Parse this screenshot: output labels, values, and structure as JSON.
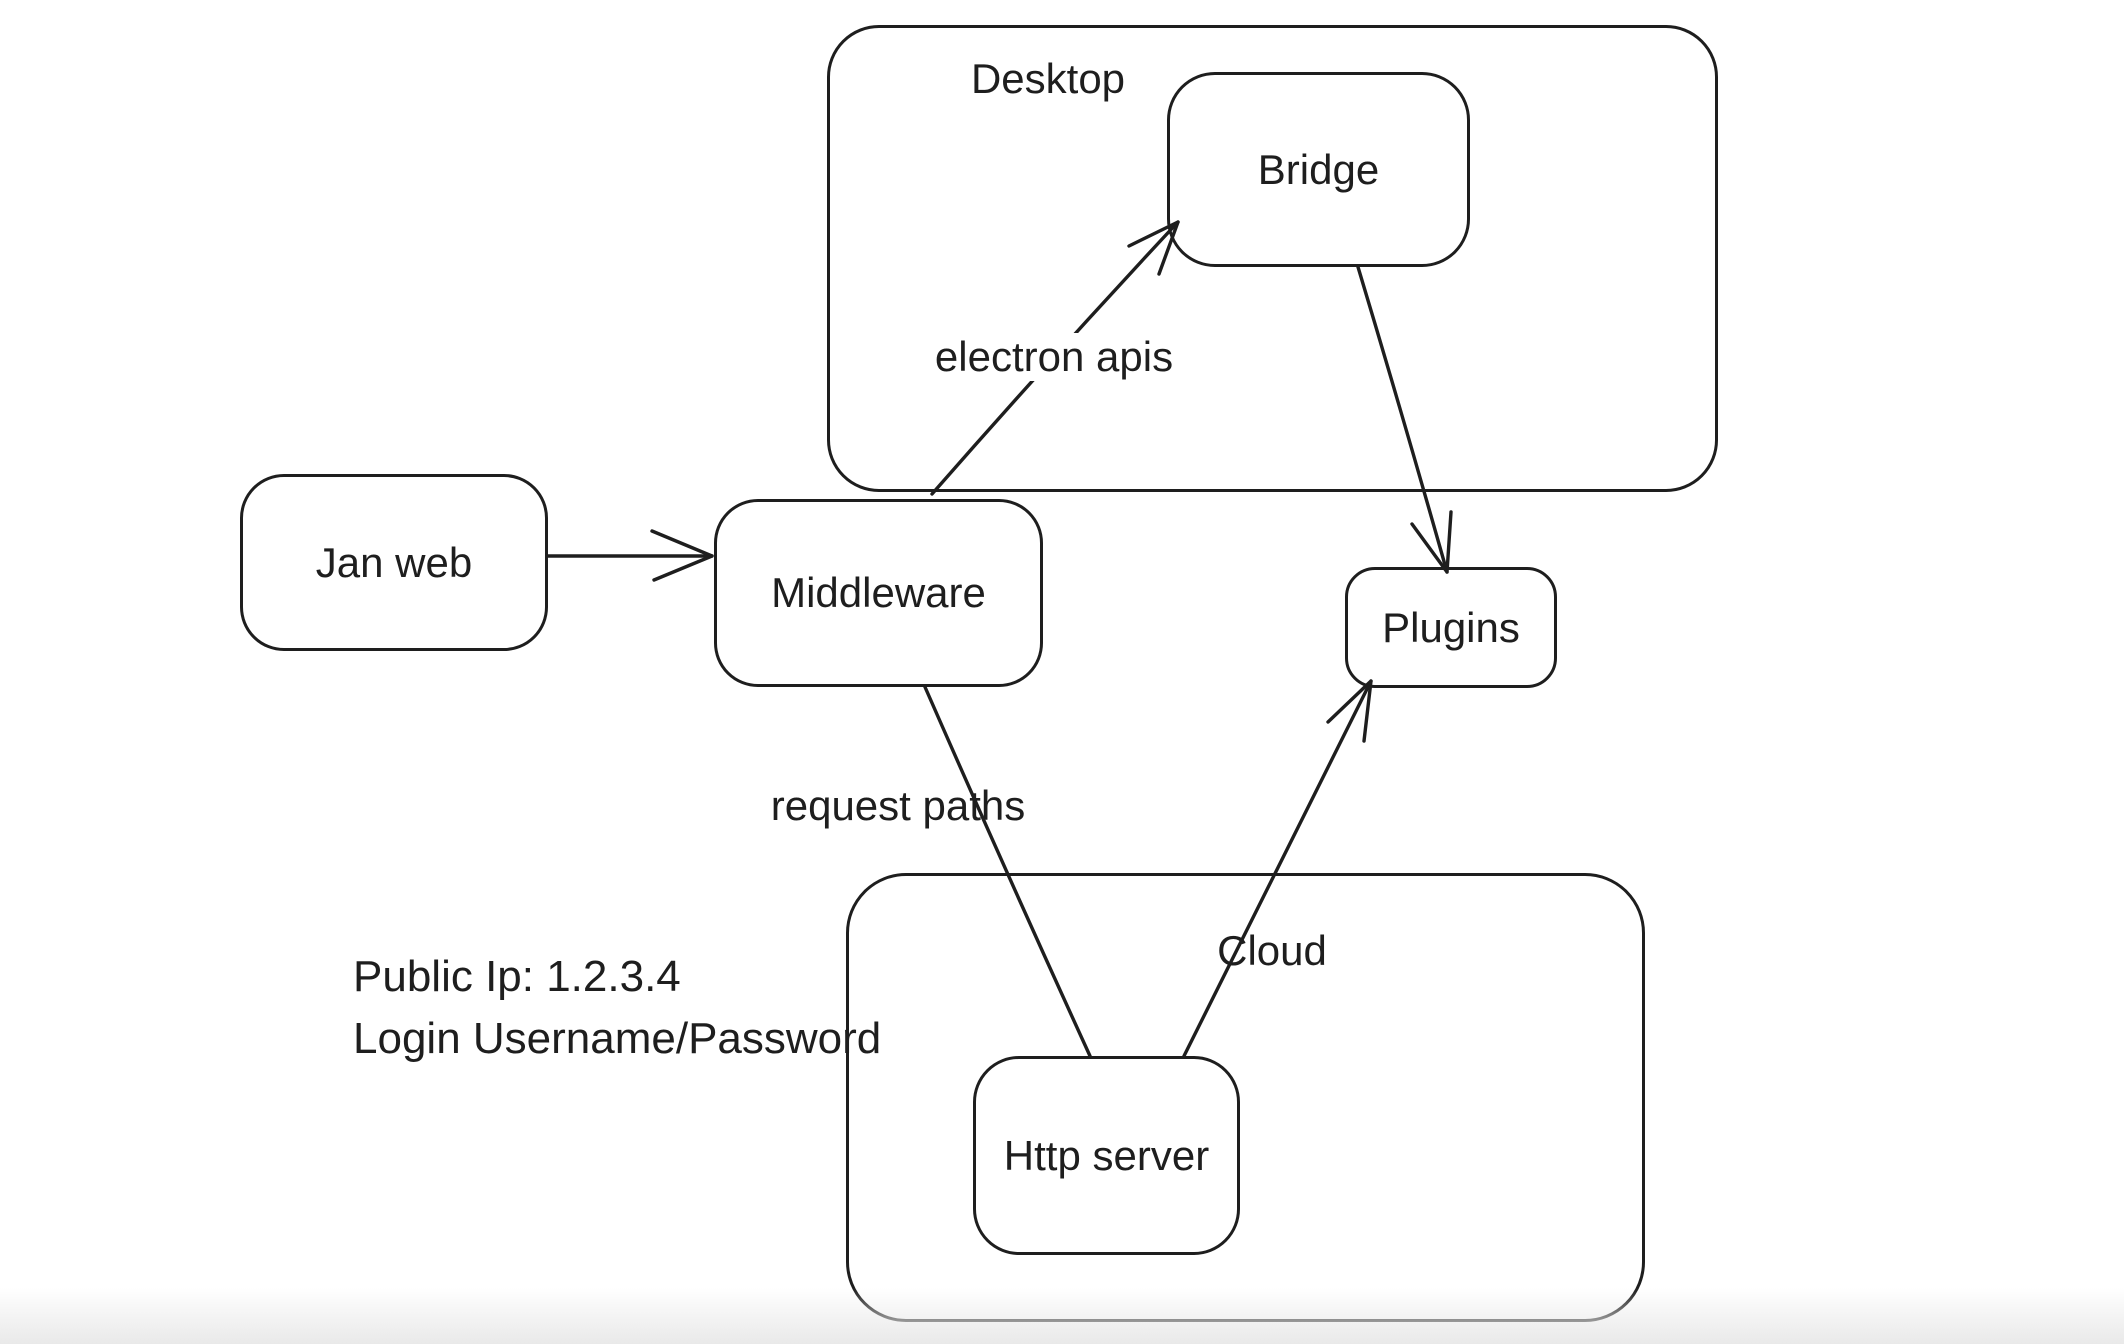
{
  "containers": [
    {
      "label": "Desktop"
    },
    {
      "label": "Cloud"
    }
  ],
  "nodes": [
    {
      "label": "Jan web"
    },
    {
      "label": "Middleware"
    },
    {
      "label": "Bridge"
    },
    {
      "label": "Plugins"
    },
    {
      "label": "Http server"
    }
  ],
  "edges": [
    {
      "from": "Jan web",
      "to": "Middleware",
      "label": ""
    },
    {
      "from": "Middleware",
      "to": "Bridge",
      "label": "electron apis"
    },
    {
      "from": "Bridge",
      "to": "Plugins",
      "label": ""
    },
    {
      "from": "Middleware",
      "to": "Http server",
      "label": "request paths"
    },
    {
      "from": "Http server",
      "to": "Plugins",
      "label": ""
    }
  ],
  "annotations": {
    "line1": "Public Ip: 1.2.3.4",
    "line2": "Login Username/Password"
  },
  "colors": {
    "stroke": "#1e1e1e",
    "background": "#ffffff",
    "bottom_fade": "#e9e9e9"
  }
}
